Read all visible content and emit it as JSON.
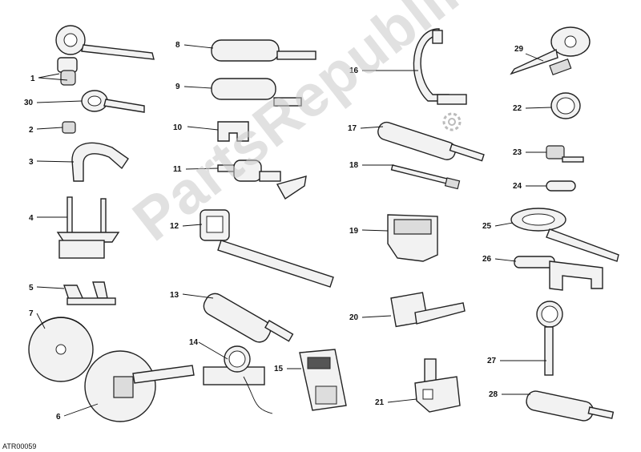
{
  "watermark": "PartsRepublik",
  "diagram_code": "ATR00059",
  "callouts": [
    "1",
    "2",
    "3",
    "4",
    "5",
    "6",
    "7",
    "8",
    "9",
    "10",
    "11",
    "12",
    "13",
    "14",
    "15",
    "16",
    "17",
    "18",
    "19",
    "20",
    "21",
    "22",
    "23",
    "24",
    "25",
    "26",
    "27",
    "28",
    "29",
    "30"
  ],
  "colors": {
    "line": "#111111",
    "part_fill": "#f2f2f2",
    "watermark": "#c8c8c8"
  }
}
